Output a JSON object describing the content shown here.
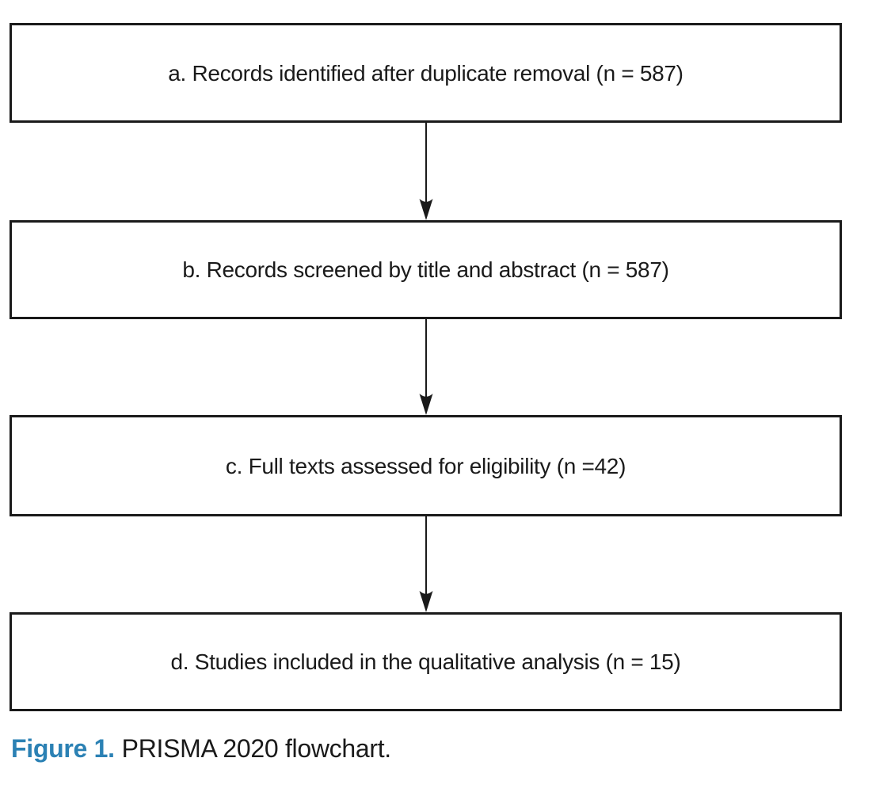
{
  "flowchart": {
    "boxes": [
      {
        "id": "a",
        "text": "a. Records identified after duplicate removal (n = 587)",
        "n": 587
      },
      {
        "id": "b",
        "text": "b. Records screened by title and abstract (n = 587)",
        "n": 587
      },
      {
        "id": "c",
        "text": "c. Full texts assessed for eligibility (n =42)",
        "n": 42
      },
      {
        "id": "d",
        "text": "d. Studies included in the qualitative analysis (n = 15)",
        "n": 15
      }
    ],
    "arrows": [
      {
        "from": "a",
        "to": "b"
      },
      {
        "from": "b",
        "to": "c"
      },
      {
        "from": "c",
        "to": "d"
      }
    ]
  },
  "caption": {
    "label": "Figure 1.",
    "text": "PRISMA 2020 flowchart."
  },
  "colors": {
    "caption_accent": "#2B81B4",
    "ink": "#1A1A1A",
    "background": "#FFFFFF"
  }
}
